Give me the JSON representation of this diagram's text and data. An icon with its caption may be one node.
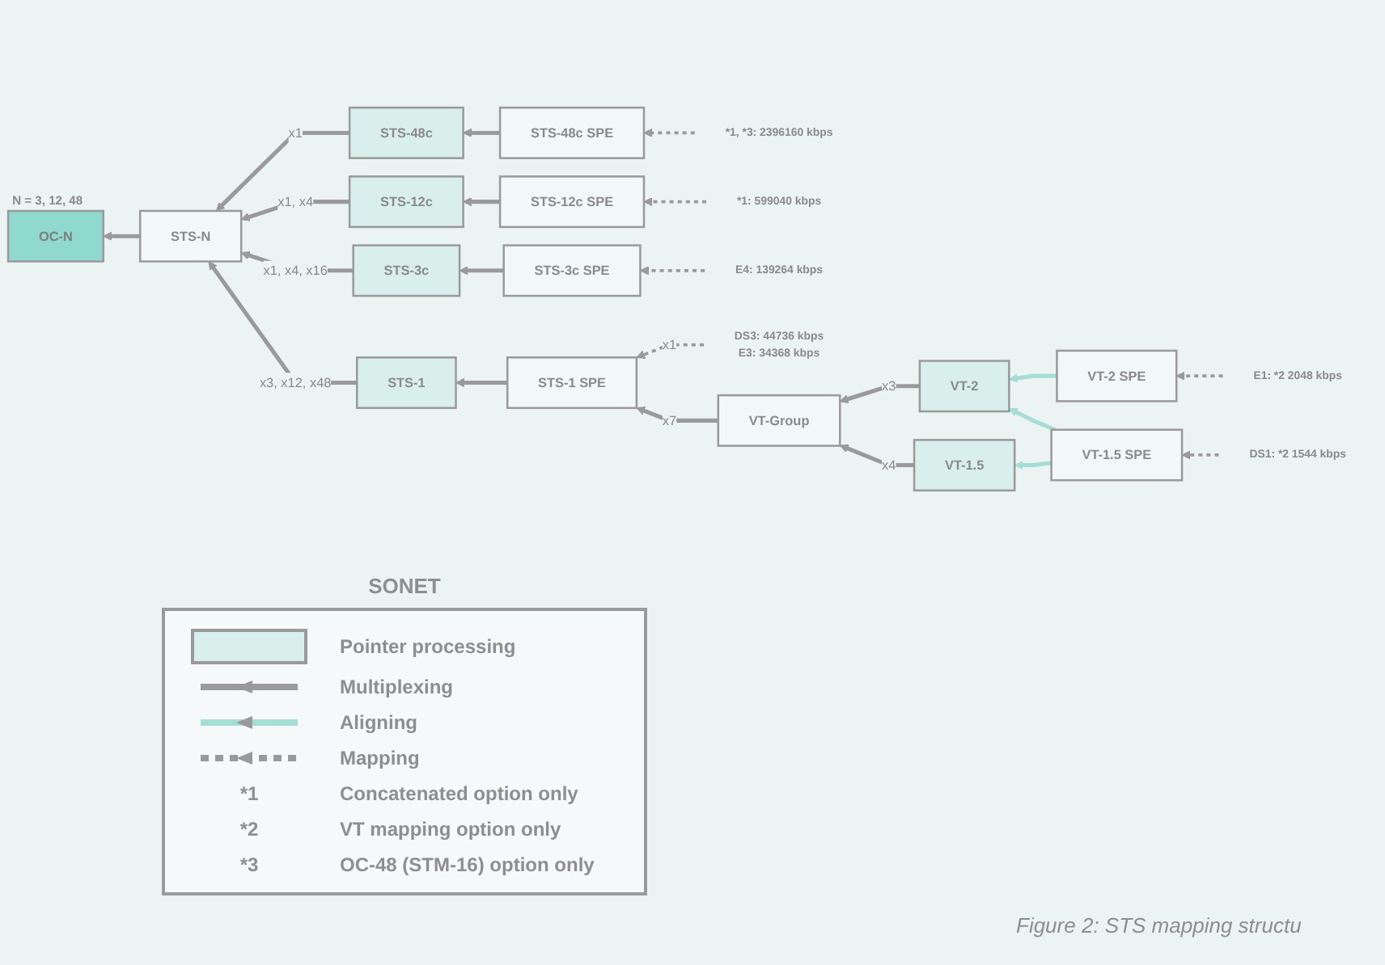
{
  "diagram": {
    "caption": "Figure 2: STS mapping structu",
    "nodes": [
      {
        "text": [
          "OC-N"
        ],
        "beside": [
          "N = 3, 12, 48"
        ]
      },
      {
        "text": [
          "STS-N"
        ]
      },
      {
        "text": [
          "STS-48c"
        ]
      },
      {
        "text": [
          "STS-48c SPE"
        ]
      },
      {
        "text": [
          "*1, *3: 2396160 kbps"
        ]
      },
      {
        "text": [
          "STS-12c"
        ]
      },
      {
        "text": [
          "STS-12c SPE"
        ]
      },
      {
        "text": [
          "*1: 599040 kbps"
        ]
      },
      {
        "text": [
          "STS-3c"
        ]
      },
      {
        "text": [
          "STS-3c SPE"
        ]
      },
      {
        "text": [
          "E4: 139264 kbps"
        ]
      },
      {
        "text": [
          "STS-1"
        ]
      },
      {
        "text": [
          "STS-1 SPE"
        ]
      },
      {
        "text": [
          "DS3: 44736 kbps",
          "E3: 34368 kbps"
        ]
      },
      {
        "text": [
          "VT-Group"
        ]
      },
      {
        "text": [
          "VT-2"
        ]
      },
      {
        "text": [
          "VT-2 SPE"
        ]
      },
      {
        "text": [
          "E1: *2 2048 kbps"
        ]
      },
      {
        "text": [
          "VT-1.5"
        ]
      },
      {
        "text": [
          "VT-1.5 SPE"
        ]
      },
      {
        "text": [
          "DS1: *2 1544 kbps"
        ]
      }
    ],
    "edges": [
      {
        "from": 1,
        "to": 0,
        "arrow": "to"
      },
      {
        "from": 2,
        "to": 1,
        "arrow": "to",
        "label": "x1"
      },
      {
        "from": 5,
        "to": 1,
        "arrow": "to",
        "label": "x1, x4"
      },
      {
        "from": 8,
        "to": 1,
        "arrow": "to",
        "label": "x1, x4, x16"
      },
      {
        "from": 11,
        "to": 1,
        "arrow": "to",
        "label": "x3, x12, x48"
      },
      {
        "from": 3,
        "to": 2,
        "arrow": "to"
      },
      {
        "from": 6,
        "to": 5,
        "arrow": "to"
      },
      {
        "from": 9,
        "to": 8,
        "arrow": "to"
      },
      {
        "from": 12,
        "to": 11,
        "arrow": "to"
      },
      {
        "from": 4,
        "to": 3,
        "arrow": "to",
        "style": "dashed"
      },
      {
        "from": 7,
        "to": 6,
        "arrow": "to",
        "style": "dashed"
      },
      {
        "from": 10,
        "to": 9,
        "arrow": "to",
        "style": "dashed"
      },
      {
        "from": 13,
        "to": 12,
        "arrow": "to",
        "style": "dashed",
        "label": "x1"
      },
      {
        "from": 14,
        "to": 12,
        "arrow": "to",
        "label": "x7"
      },
      {
        "from": 15,
        "to": 14,
        "arrow": "to",
        "label": "x3"
      },
      {
        "from": 18,
        "to": 14,
        "arrow": "to",
        "label": "x4"
      },
      {
        "from": 16,
        "to": 15,
        "arrow": "to",
        "color": "#a6ded6"
      },
      {
        "from": 19,
        "to": 15,
        "arrow": "to",
        "color": "#a6ded6"
      },
      {
        "from": 19,
        "to": 18,
        "arrow": "to",
        "color": "#a6ded6"
      },
      {
        "from": 17,
        "to": 16,
        "arrow": "to",
        "style": "dashed"
      },
      {
        "from": 20,
        "to": 19,
        "arrow": "to",
        "style": "dashed"
      }
    ],
    "labels": [
      "SONET",
      "*1",
      "Concatenated option only",
      "*2",
      "VT mapping option only",
      "*3",
      "OC-48 (STM-16) option only"
    ],
    "legend": [
      {
        "text": "Pointer processing",
        "color": "#d9efec"
      },
      {
        "text": "Multiplexing"
      },
      {
        "text": "Aligning"
      },
      {
        "text": "Mapping"
      }
    ]
  }
}
